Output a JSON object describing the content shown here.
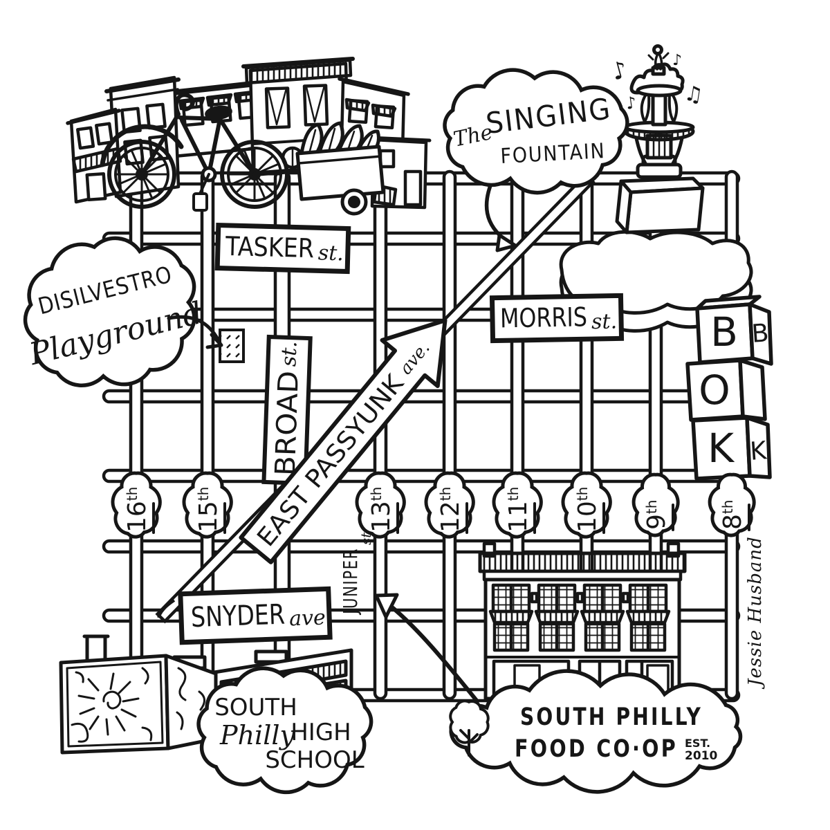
{
  "colors": {
    "ink": "#161616",
    "paper": "#ffffff"
  },
  "streets": {
    "tasker": {
      "name": "TASKER",
      "type": "st."
    },
    "morris": {
      "name": "MORRIS",
      "type": "st."
    },
    "snyder": {
      "name": "SNYDER",
      "type": "ave."
    },
    "broad": {
      "name": "BROAD",
      "type": "st."
    },
    "east_passyunk": {
      "name": "EAST PASSYUNK",
      "type": "ave."
    },
    "juniper": {
      "name": "JUNIPER",
      "type": "st."
    }
  },
  "numbered_streets": [
    {
      "num": "16",
      "ord": "th"
    },
    {
      "num": "15",
      "ord": "th"
    },
    {
      "num": "13",
      "ord": "th"
    },
    {
      "num": "12",
      "ord": "th"
    },
    {
      "num": "11",
      "ord": "th"
    },
    {
      "num": "10",
      "ord": "th"
    },
    {
      "num": "9",
      "ord": "th"
    },
    {
      "num": "8",
      "ord": "th"
    }
  ],
  "landmarks": {
    "playground": {
      "line1": "DISILVESTRO",
      "line2": "Playground"
    },
    "singing_fountain": {
      "pre": "The",
      "line1": "SINGING",
      "line2": "FOUNTAIN"
    },
    "high_school": {
      "line1": "SOUTH",
      "line2_script": "Philly",
      "line2": "HIGH",
      "line3": "SCHOOL"
    },
    "food_coop": {
      "line1": "SOUTH PHILLY",
      "line2": "FOOD CO·OP",
      "est_label": "EST.",
      "est_year": "2010"
    },
    "bok": {
      "front": [
        "B",
        "O",
        "K"
      ],
      "side": [
        "B",
        "K"
      ]
    }
  },
  "icons": {
    "music_note": "♪",
    "music_note_beamed": "♫"
  },
  "signature": "Jessie Husband"
}
